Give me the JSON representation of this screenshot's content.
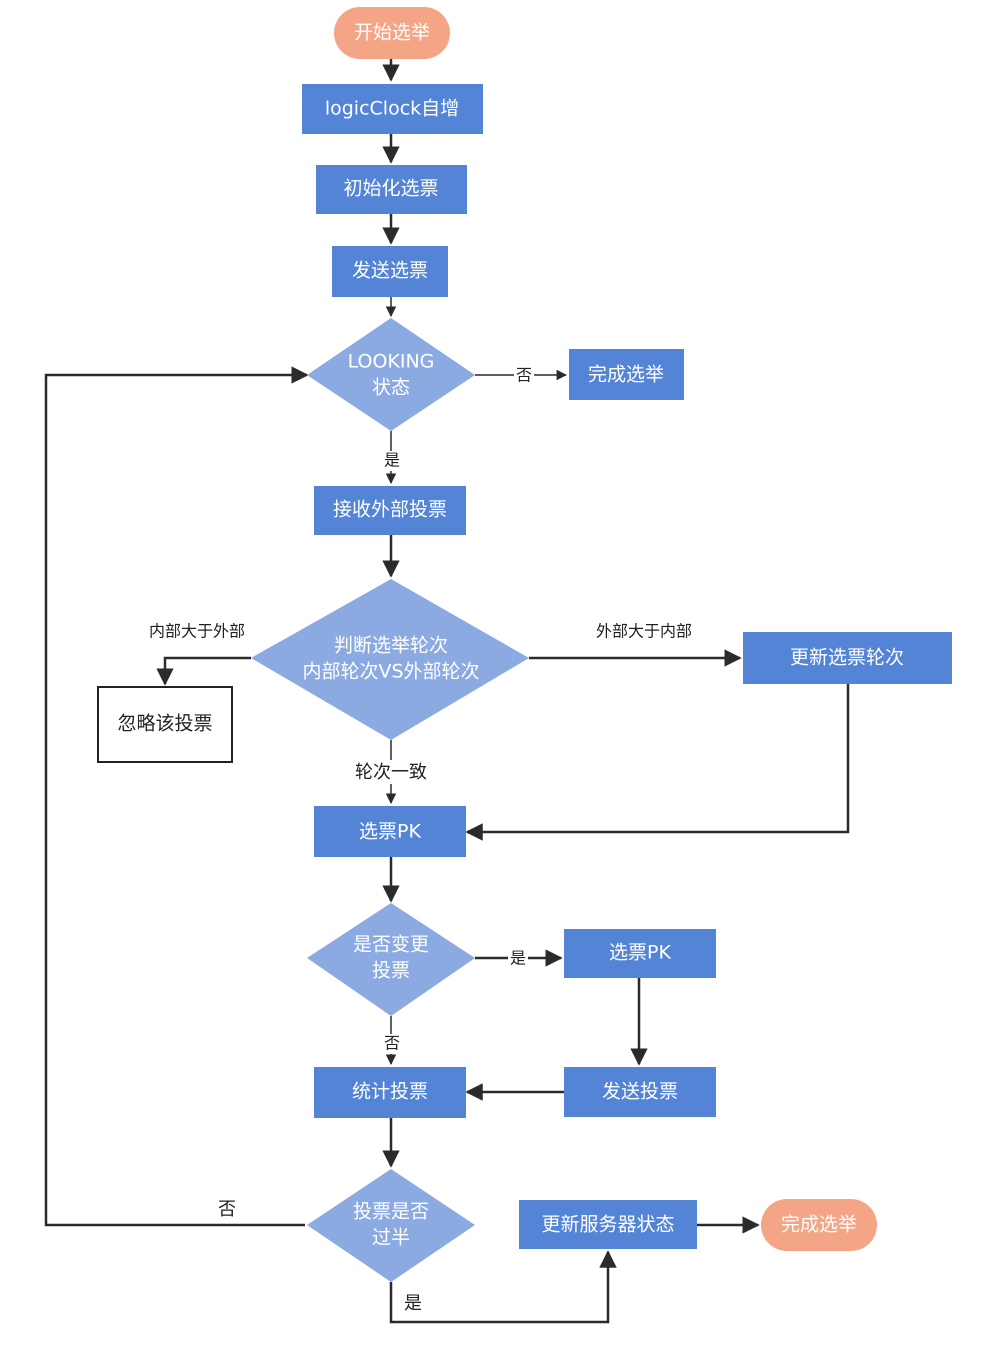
{
  "nodes": {
    "start": "开始选举",
    "logic_clock": "logicClock自增",
    "init_vote": "初始化选票",
    "send_vote": "发送选票",
    "looking_line1": "LOOKING",
    "looking_line2": "状态",
    "finish_election_1": "完成选举",
    "receive_external": "接收外部投票",
    "judge_line1": "判断选举轮次",
    "judge_line2": "内部轮次VS外部轮次",
    "ignore_vote": "忽略该投票",
    "update_round": "更新选票轮次",
    "vote_pk_1": "选票PK",
    "change_line1": "是否变更",
    "change_line2": "投票",
    "vote_pk_2": "选票PK",
    "send_votes": "发送投票",
    "count_votes": "统计投票",
    "majority_line1": "投票是否",
    "majority_line2": "过半",
    "update_server_state": "更新服务器状态",
    "finish_election_2": "完成选举"
  },
  "edge_labels": {
    "looking_no": "否",
    "looking_yes": "是",
    "internal_greater": "内部大于外部",
    "external_greater": "外部大于内部",
    "round_equal": "轮次一致",
    "change_yes": "是",
    "change_no": "否",
    "majority_no": "否",
    "majority_yes": "是"
  },
  "colors": {
    "box": "#5384d6",
    "diamond": "#8caae2",
    "terminal": "#f3a586",
    "line": "#2b2b2b"
  }
}
